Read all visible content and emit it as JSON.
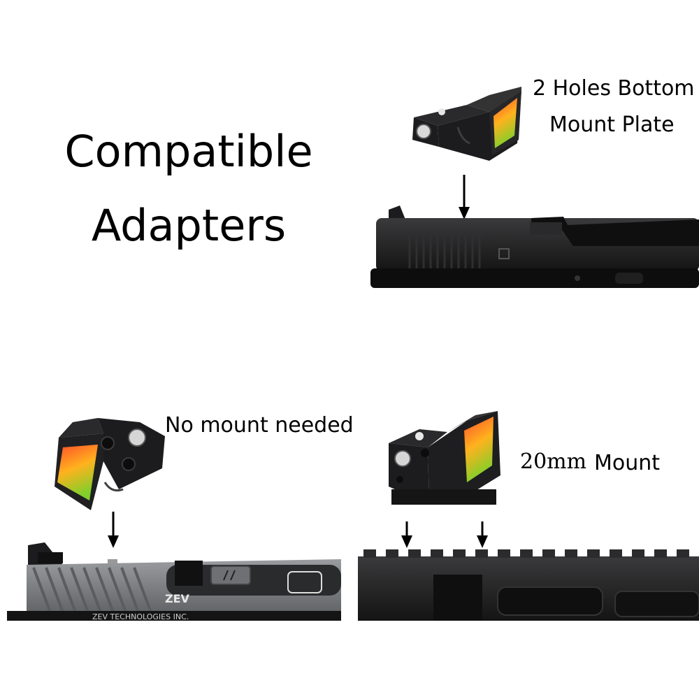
{
  "heading": {
    "line1": "Compatible",
    "line2": "Adapters"
  },
  "panels": {
    "top_right": {
      "label_line1": "2 Holes Bottom",
      "label_line2": "Mount Plate"
    },
    "bottom_left": {
      "label": "No mount needed",
      "slide_text_model": "ZEV",
      "slide_text_maker": "ZEV TECHNOLOGIES INC."
    },
    "bottom_right": {
      "label_size": "20mm",
      "label_word": "Mount"
    }
  },
  "colors": {
    "lens_top": "#ff5a2a",
    "lens_mid": "#ffb21e",
    "lens_bottom": "#7fd02a",
    "body": "#1c1c1e",
    "slide_gray": "#7d7f82"
  }
}
